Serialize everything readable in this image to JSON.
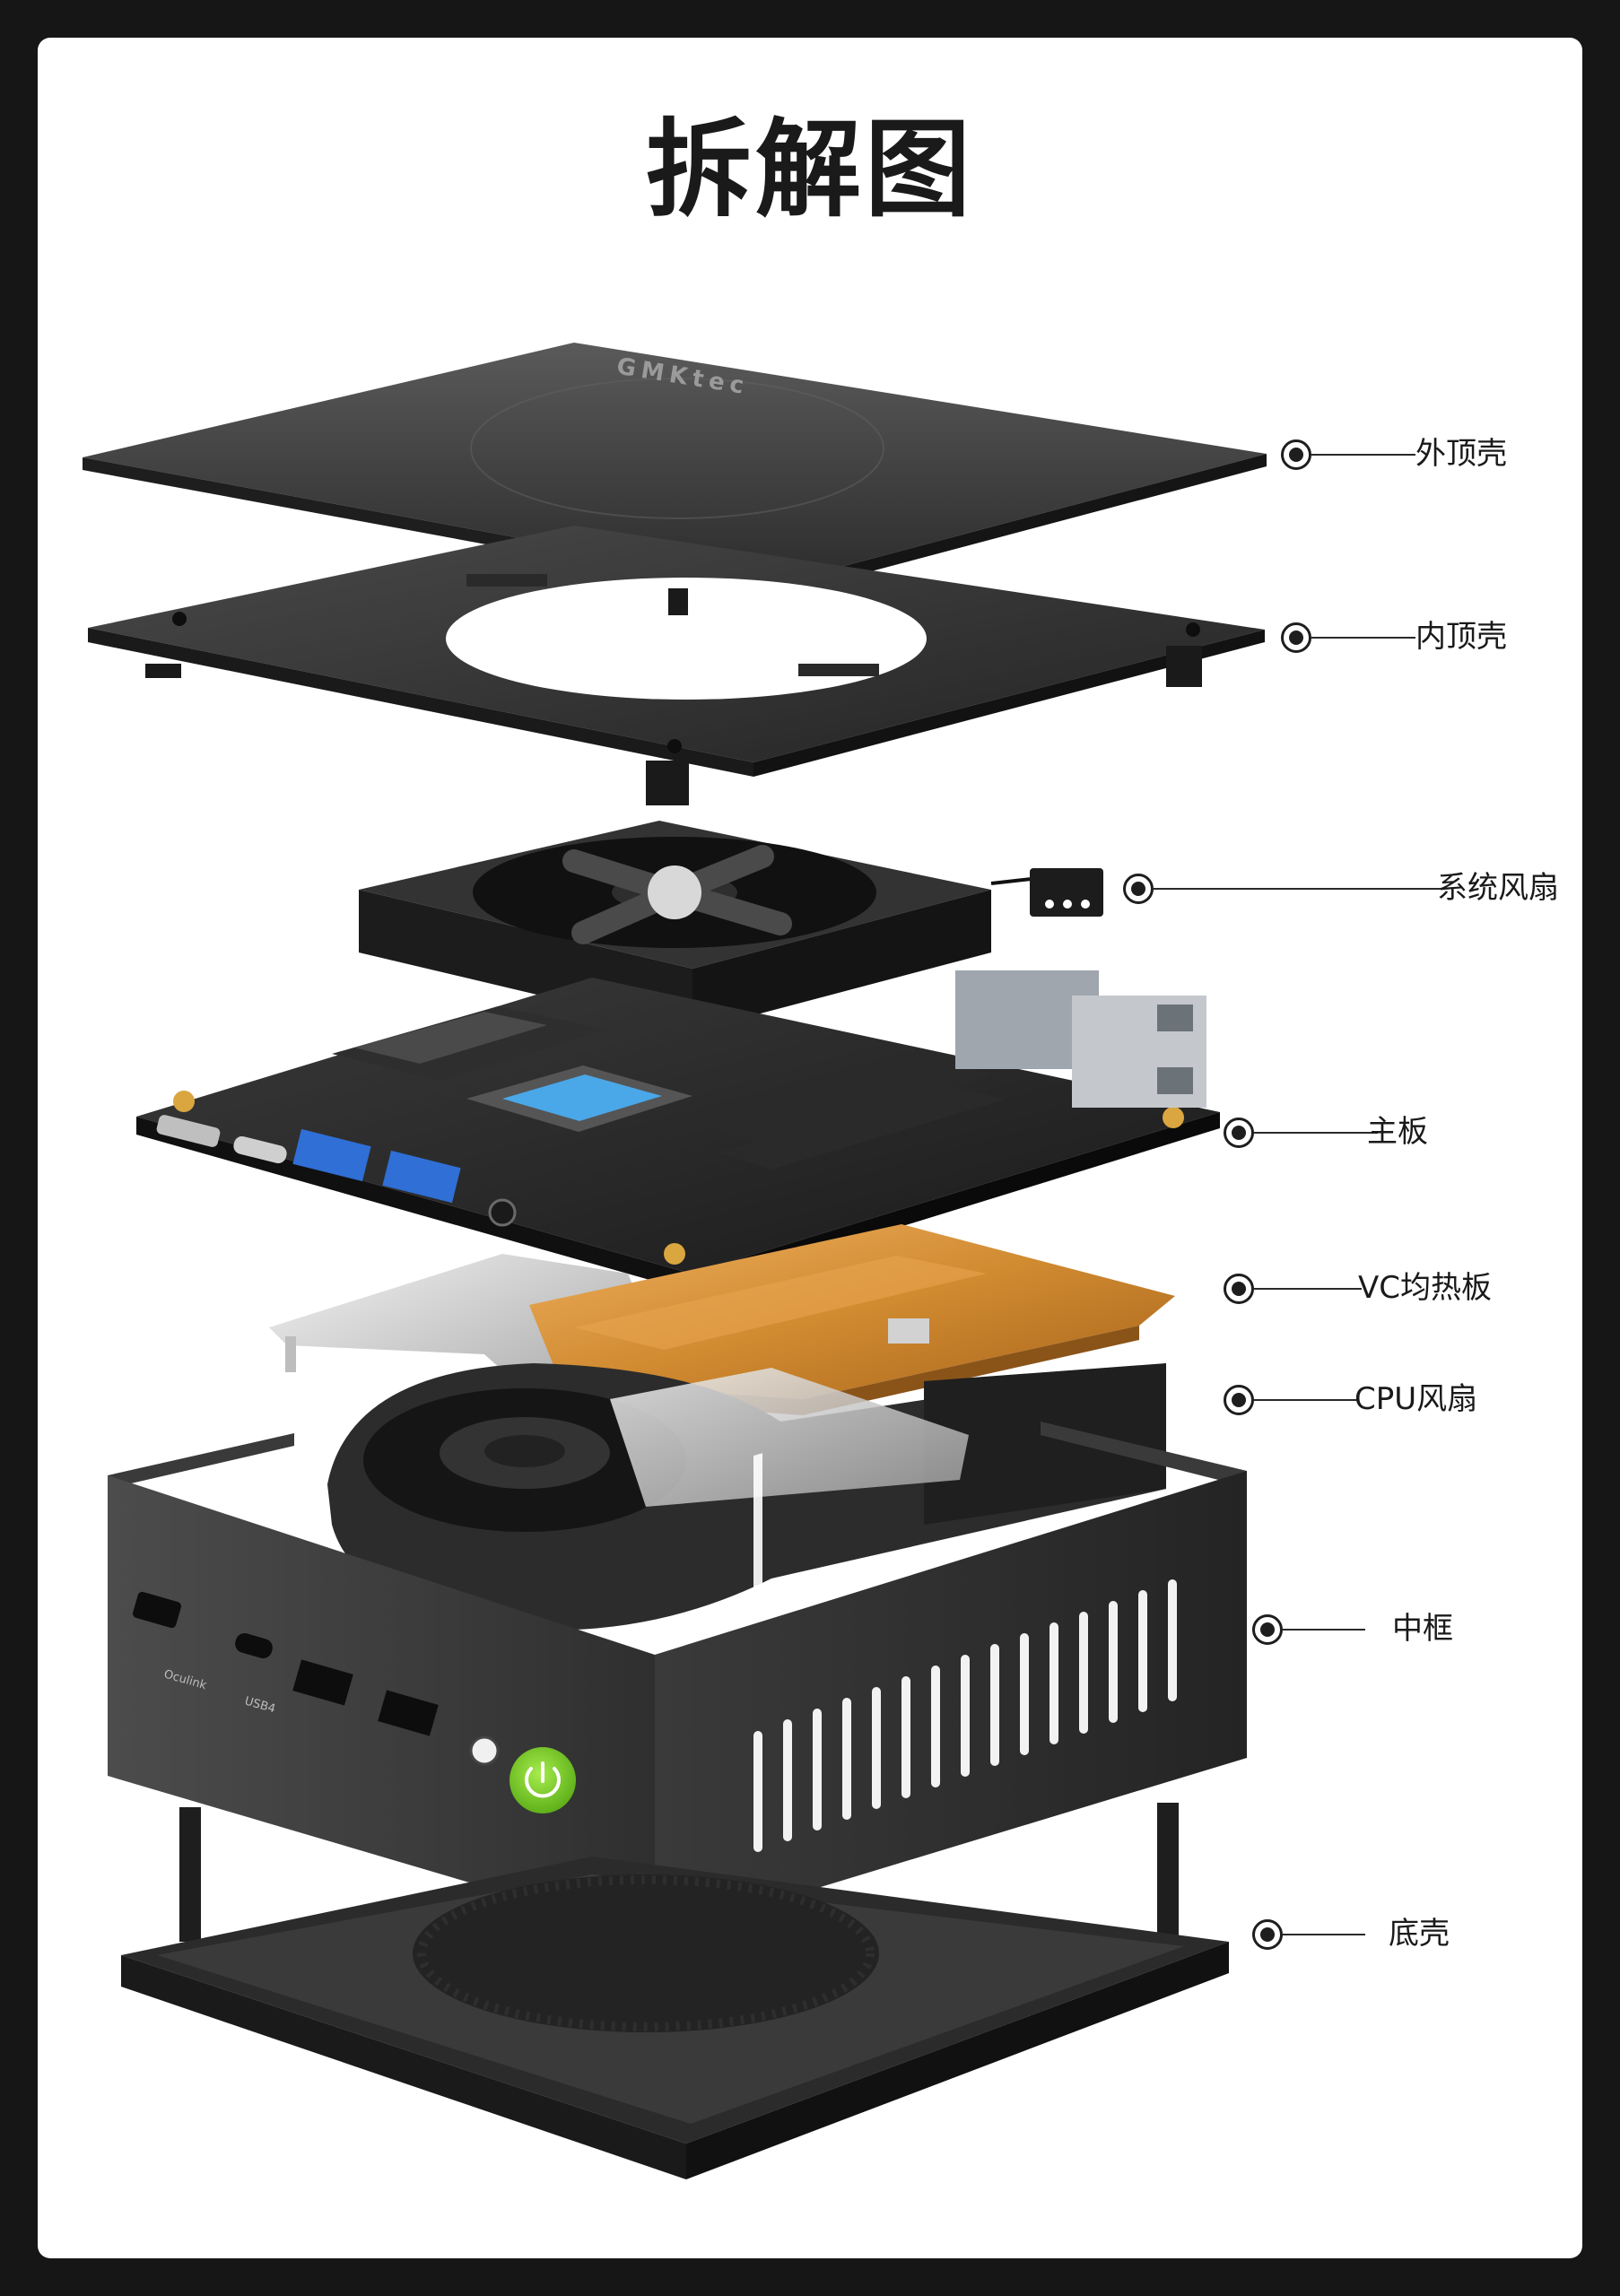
{
  "title": "拆解图",
  "brand_mark": "GMKtec",
  "parts": [
    {
      "id": "outer-top-shell",
      "label": "外顶壳"
    },
    {
      "id": "inner-top-shell",
      "label": "内顶壳"
    },
    {
      "id": "system-fan",
      "label": "系统风扇"
    },
    {
      "id": "motherboard",
      "label": "主板"
    },
    {
      "id": "vapor-chamber",
      "label": "VC均热板"
    },
    {
      "id": "cpu-fan",
      "label": "CPU风扇"
    },
    {
      "id": "middle-frame",
      "label": "中框"
    },
    {
      "id": "bottom-shell",
      "label": "底壳"
    }
  ],
  "port_labels": {
    "oculink": "Oculink",
    "usb4": "USB4"
  },
  "colors": {
    "background": "#161616",
    "card": "#ffffff",
    "power_button": "#7bd12a",
    "vc_plate": "#d08a30",
    "usb_blue": "#2f6fd6"
  }
}
